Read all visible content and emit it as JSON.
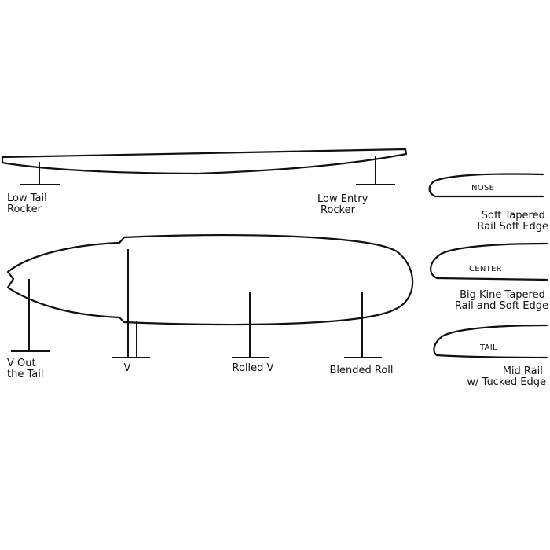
{
  "colors": {
    "ink": "#111111",
    "background": "#ffffff"
  },
  "rocker": {
    "tail_label": [
      "Low Tail",
      "Rocker"
    ],
    "entry_label": [
      "Low Entry",
      "Rocker"
    ]
  },
  "bottom_contours": {
    "v_out_tail": [
      "V Out",
      "the Tail"
    ],
    "v": "V",
    "rolled_v": "Rolled V",
    "blended_roll": "Blended Roll"
  },
  "rails": [
    {
      "tag": "NOSE",
      "description": [
        "Soft Tapered",
        "Rail Soft Edge"
      ]
    },
    {
      "tag": "CENTER",
      "description": [
        "Big Kine Tapered",
        "Rail and Soft Edge"
      ]
    },
    {
      "tag": "TAIL",
      "description": [
        "Mid Rail",
        "w/ Tucked Edge"
      ]
    }
  ]
}
